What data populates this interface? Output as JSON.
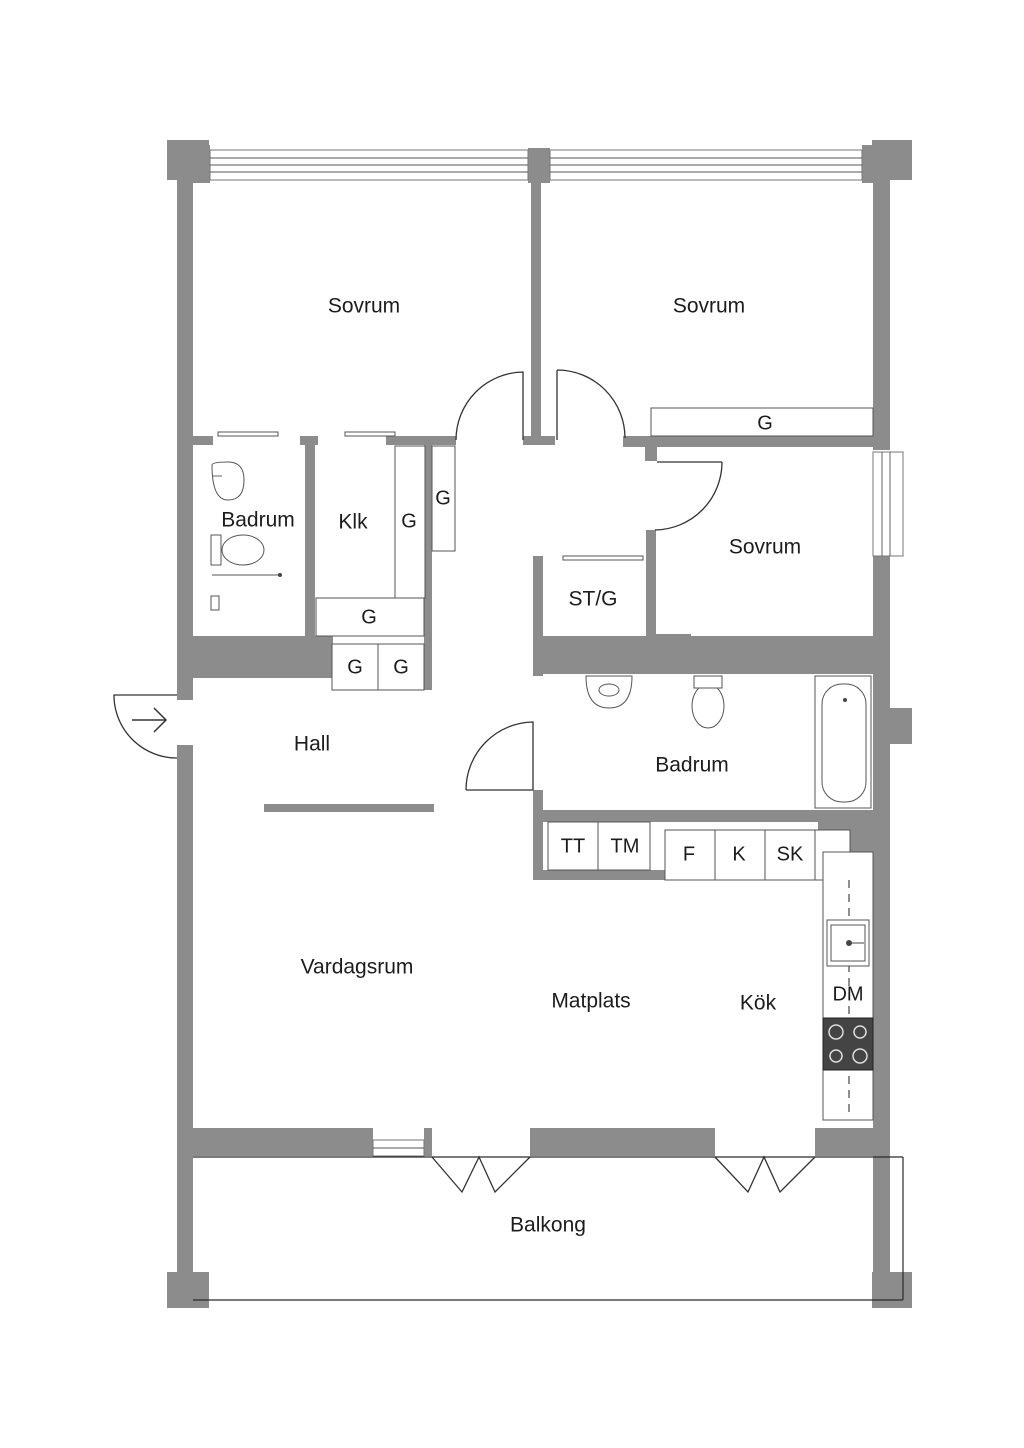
{
  "labels": {
    "sovrum_1": "Sovrum",
    "sovrum_2": "Sovrum",
    "sovrum_3": "Sovrum",
    "badrum_small": "Badrum",
    "badrum_large": "Badrum",
    "klk": "Klk",
    "g_klk_right": "G",
    "g_hall_top": "G",
    "g_klk_bottom": "G",
    "g_hall_1": "G",
    "g_hall_2": "G",
    "g_sovrum": "G",
    "st_g": "ST/G",
    "hall": "Hall",
    "tt": "TT",
    "tm": "TM",
    "f": "F",
    "k": "K",
    "sk": "SK",
    "dm": "DM",
    "vardagsrum": "Vardagsrum",
    "matplats": "Matplats",
    "kok": "Kök",
    "balkong": "Balkong"
  },
  "colors": {
    "wall": "#8c8c8c",
    "line": "#2a2a2a",
    "background": "#ffffff"
  },
  "icons": {
    "entrance": "arrow-right-icon",
    "stove": "stove-icon",
    "sink": "sink-icon"
  }
}
